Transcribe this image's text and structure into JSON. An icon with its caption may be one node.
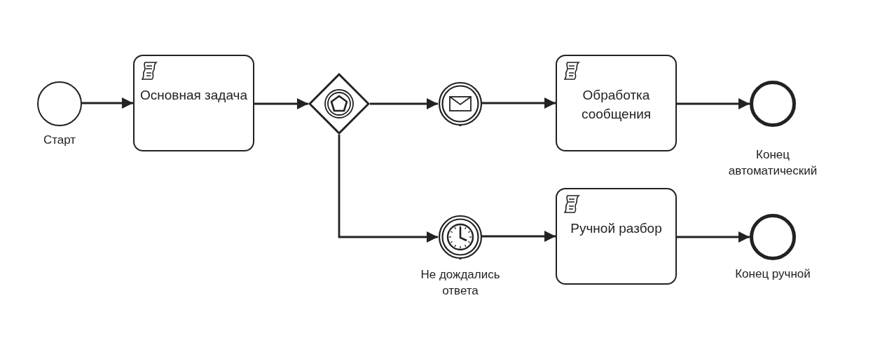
{
  "diagram": {
    "nodes": [
      {
        "text": [],
        "shape": "circle",
        "beside": [
          "Старт"
        ]
      },
      {
        "text": [
          "Основная задача"
        ]
      },
      {
        "text": [],
        "shape": "diamond"
      },
      {
        "text": [],
        "shape": "circle"
      },
      {
        "text": [
          "Обработка сообщения"
        ]
      },
      {
        "text": [],
        "shape": "circle",
        "beside": [
          "Конец автоматический"
        ]
      },
      {
        "text": [],
        "shape": "circle",
        "beside": [
          "Не дождались ответа"
        ]
      },
      {
        "text": [
          "Ручной разбор"
        ]
      },
      {
        "text": [],
        "shape": "circle",
        "beside": [
          "Конец ручной"
        ]
      }
    ],
    "edges": [
      {
        "from": 0,
        "to": 1,
        "arrow": "to"
      },
      {
        "from": 1,
        "to": 2,
        "arrow": "to"
      },
      {
        "from": 2,
        "to": 3,
        "arrow": "to"
      },
      {
        "from": 3,
        "to": 4,
        "arrow": "to"
      },
      {
        "from": 4,
        "to": 5,
        "arrow": "to"
      },
      {
        "from": 2,
        "to": 6,
        "arrow": "to"
      },
      {
        "from": 6,
        "to": 7,
        "arrow": "to"
      },
      {
        "from": 7,
        "to": 8,
        "arrow": "to"
      }
    ]
  }
}
